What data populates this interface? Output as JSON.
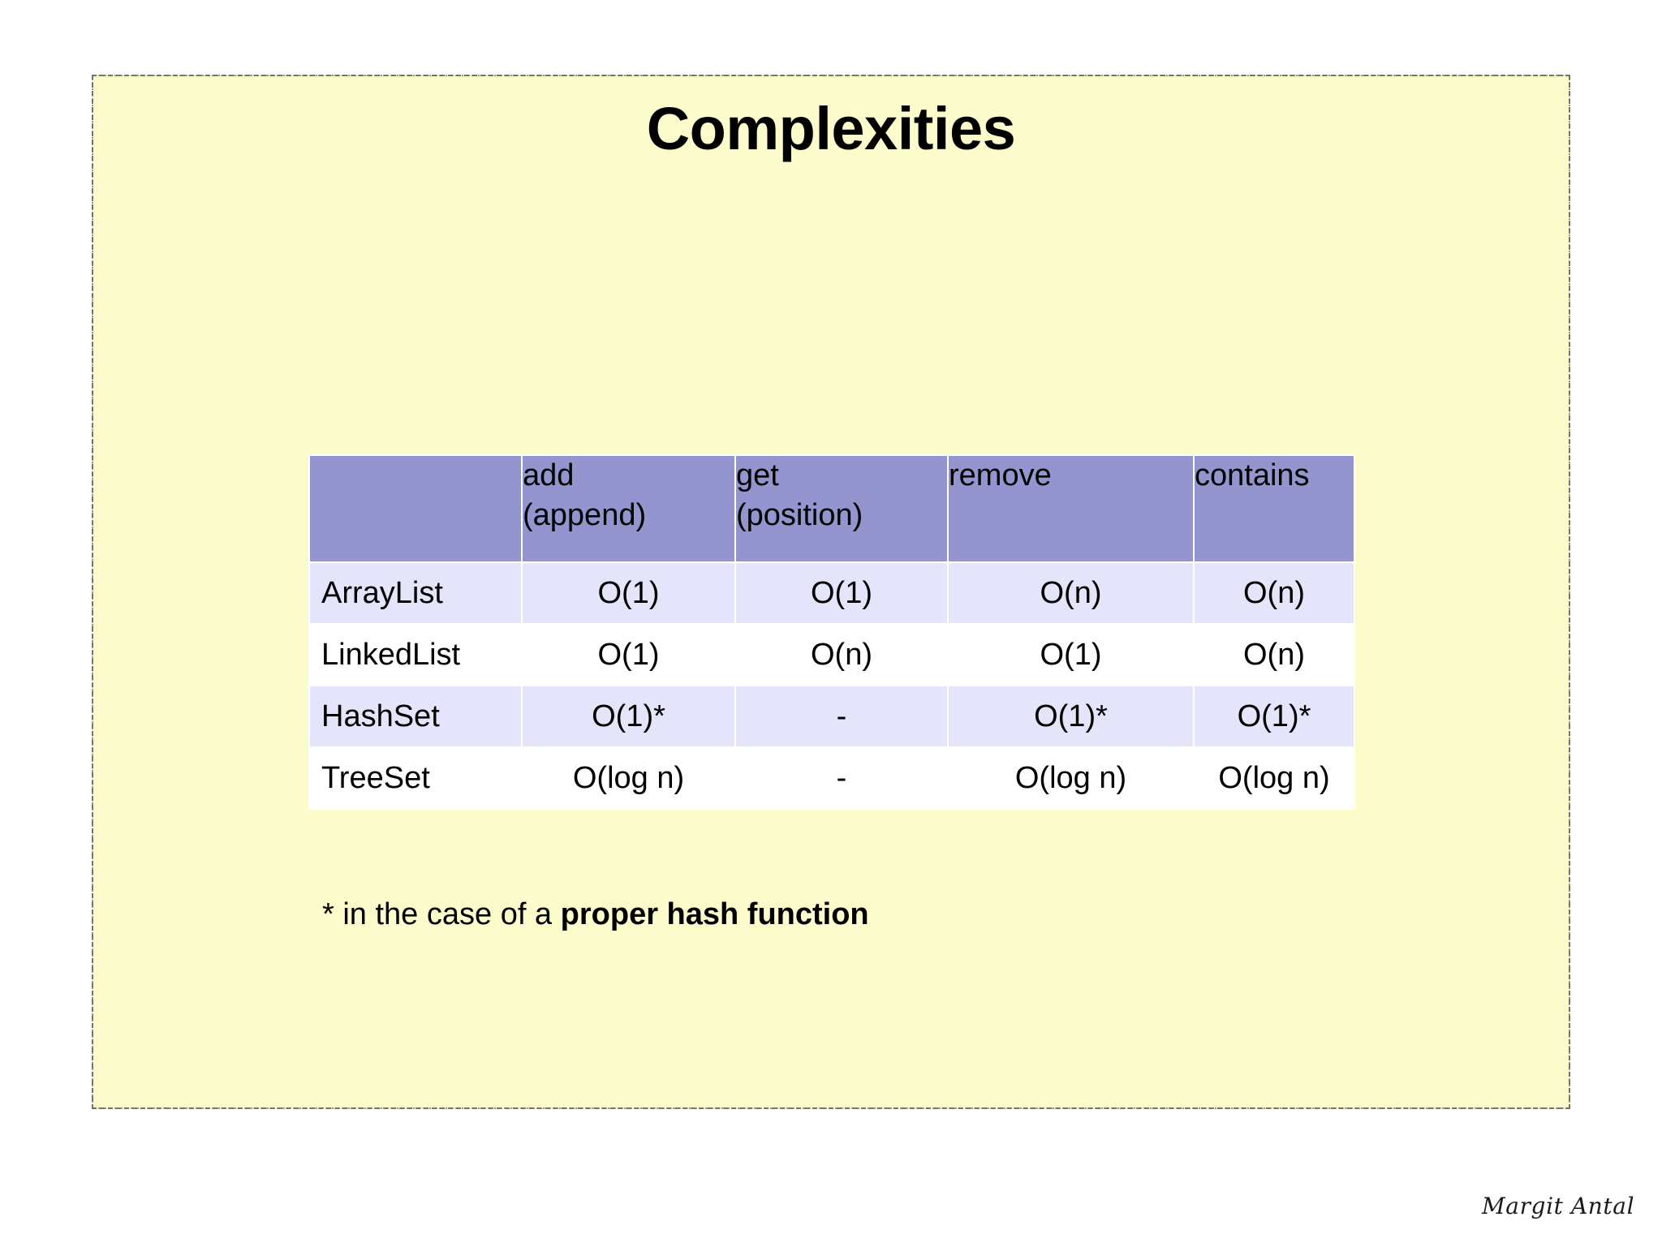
{
  "slide": {
    "title": "Complexities",
    "background_color": "#fbfbcc",
    "border_color": "#6f6f6f",
    "header_color": "#9494cf",
    "shaded_row_color": "#e4e4fa",
    "plain_row_color": "#ffffff"
  },
  "table": {
    "corner_label": "",
    "columns": [
      {
        "label": ""
      },
      {
        "label": "add\n(append)"
      },
      {
        "label": "get\n(position)"
      },
      {
        "label": "remove"
      },
      {
        "label": "contains"
      }
    ],
    "rows": [
      {
        "name": "ArrayList",
        "add": "O(1)",
        "get": "O(1)",
        "remove": "O(n)",
        "contains": "O(n)"
      },
      {
        "name": "LinkedList",
        "add": "O(1)",
        "get": "O(n)",
        "remove": "O(1)",
        "contains": "O(n)"
      },
      {
        "name": "HashSet",
        "add": "O(1)*",
        "get": "-",
        "remove": "O(1)*",
        "contains": "O(1)*"
      },
      {
        "name": "TreeSet",
        "add": "O(log n)",
        "get": "-",
        "remove": "O(log n)",
        "contains": "O(log n)"
      }
    ]
  },
  "footnote": {
    "prefix": "* in the case of a ",
    "emphasis": "proper hash function"
  },
  "signature": {
    "name": "Margit Antal"
  }
}
